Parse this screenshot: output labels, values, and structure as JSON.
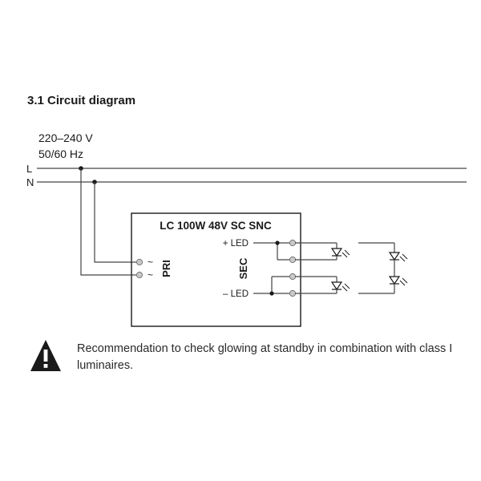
{
  "section": {
    "heading": "3.1 Circuit diagram"
  },
  "supply": {
    "voltage": "220–240 V",
    "frequency": "50/60 Hz",
    "line_label": "L",
    "neutral_label": "N"
  },
  "driver": {
    "model": "LC 100W 48V SC SNC",
    "primary_label": "PRI",
    "secondary_label": "SEC",
    "primary_symbol": "~",
    "led_plus_label": "+ LED",
    "led_minus_label": "– LED"
  },
  "notice": {
    "icon": "warning-triangle-icon",
    "text": "Recommendation to check glowing at standby in combination with class I luminaires."
  }
}
